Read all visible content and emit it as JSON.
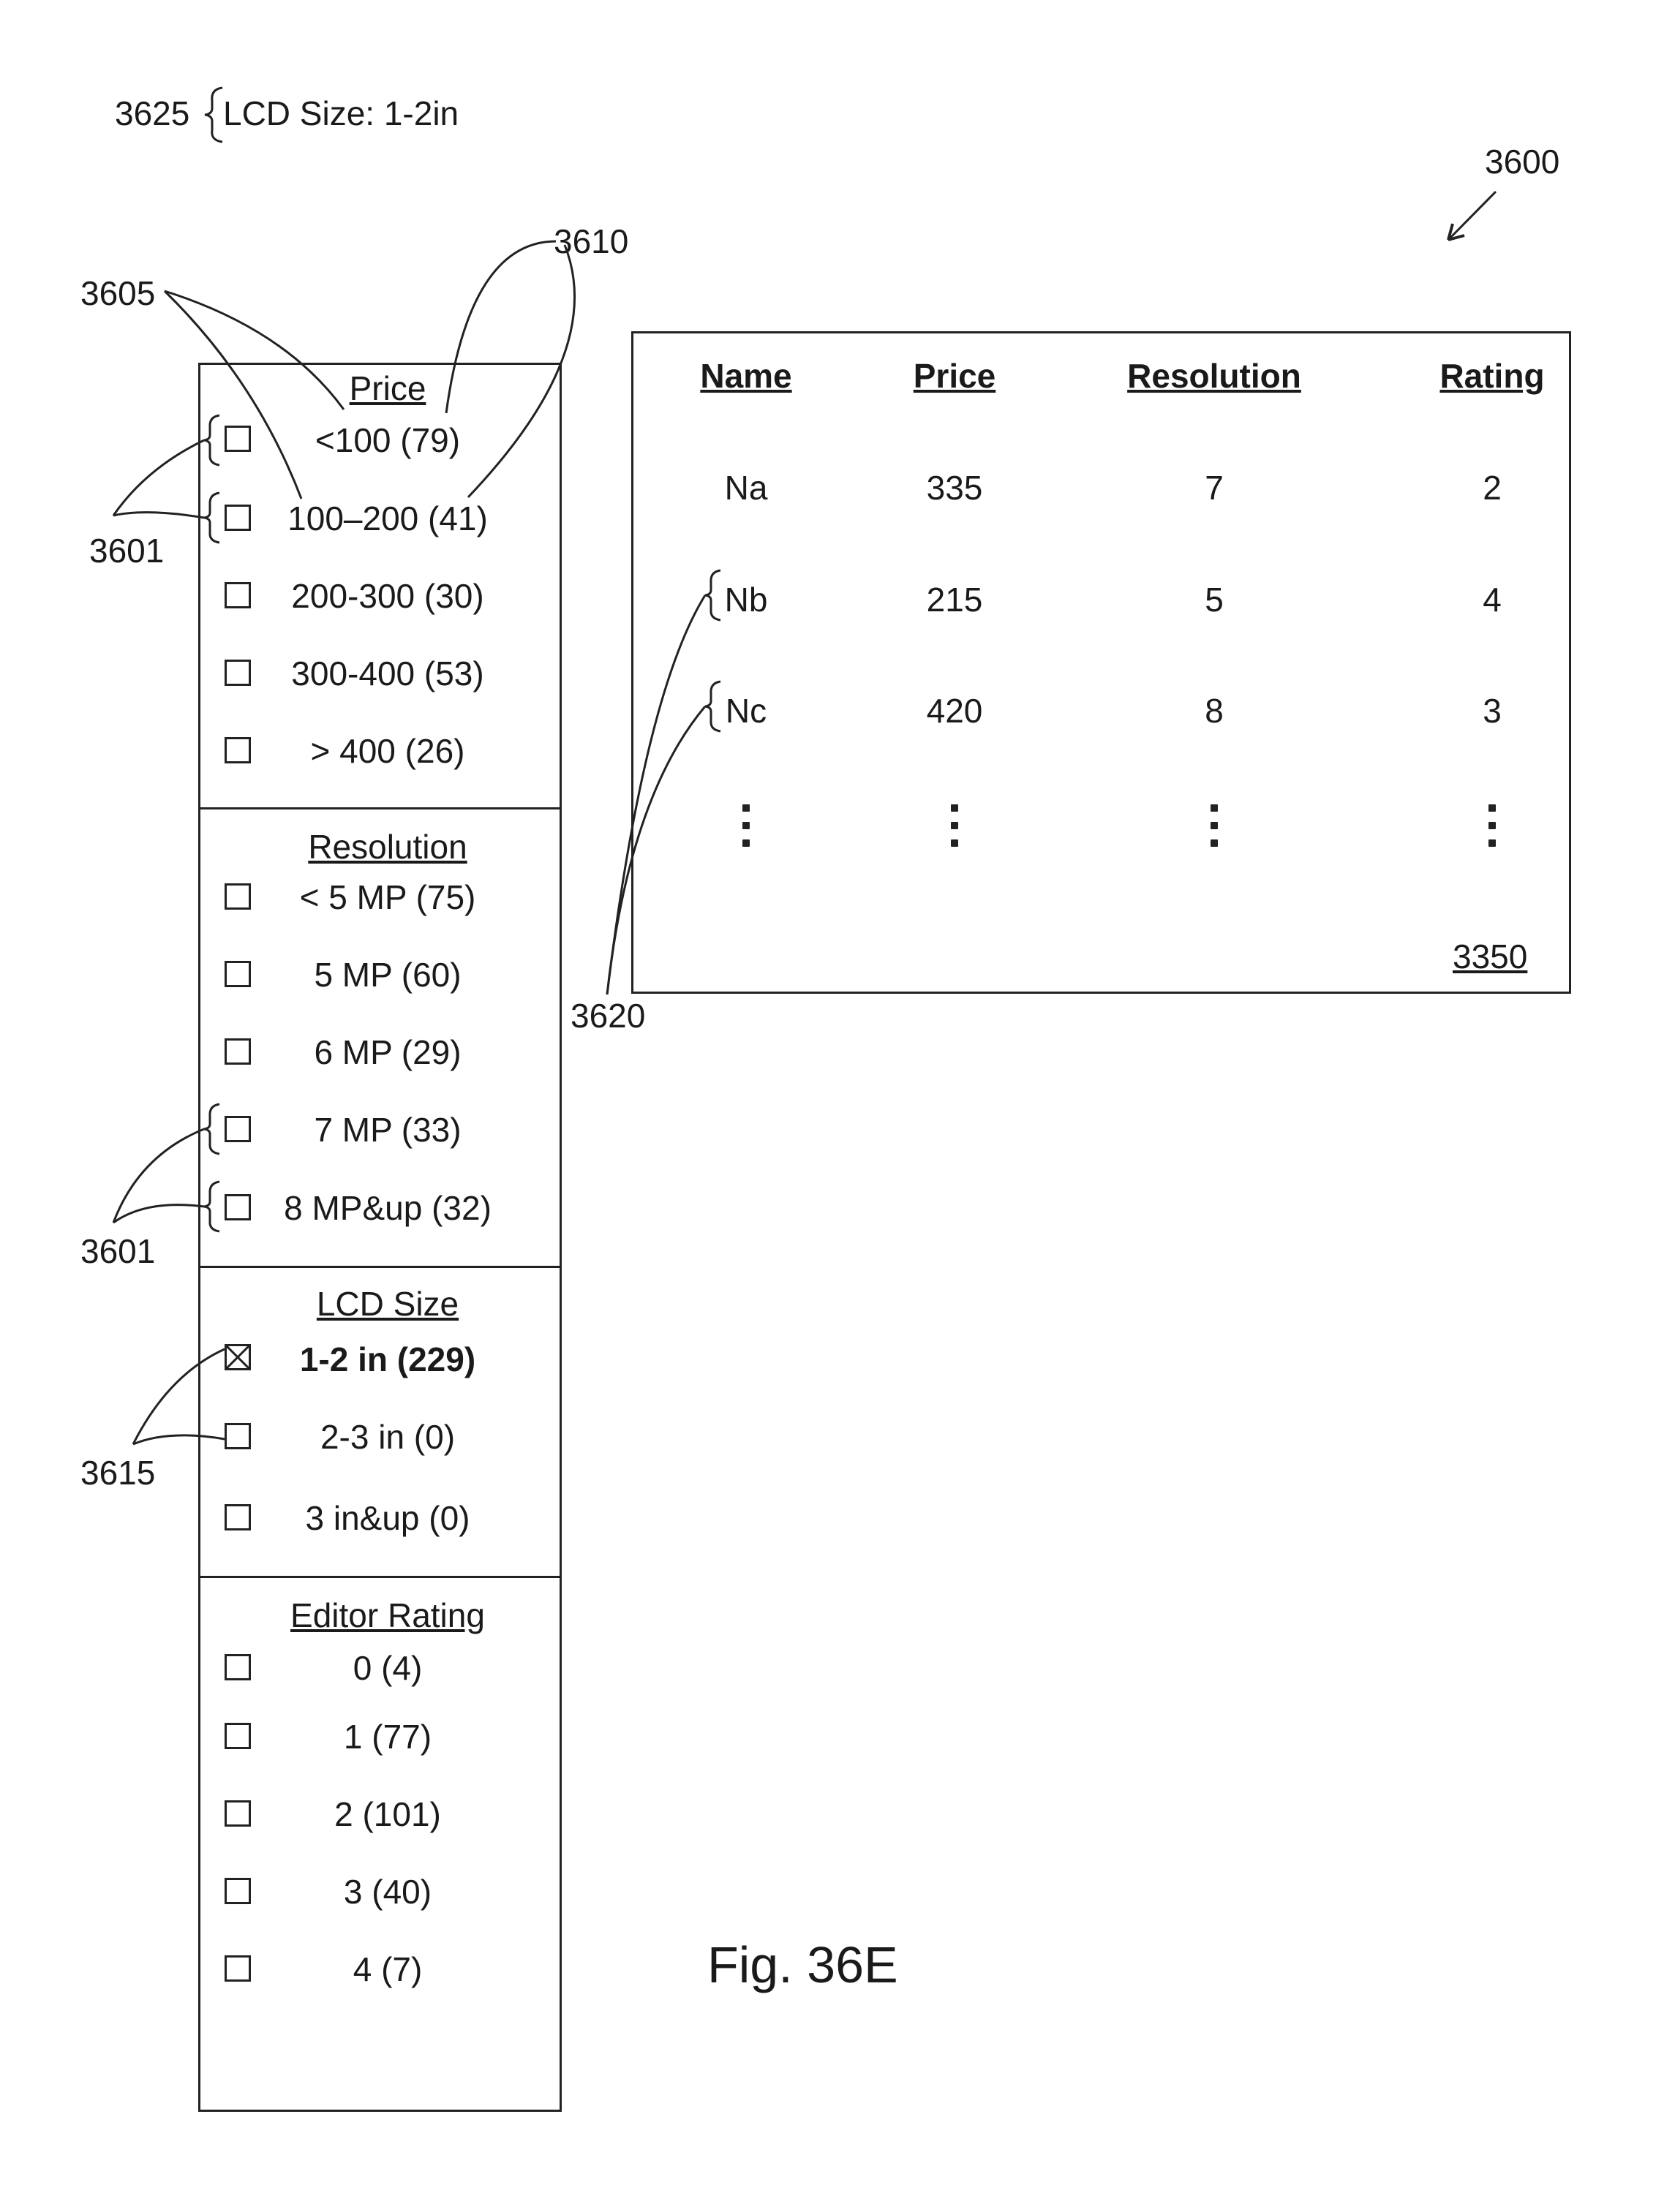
{
  "breadcrumb": {
    "ref": "3625",
    "text": "LCD Size: 1-2in"
  },
  "refs": {
    "figure": "3600",
    "section_header": "3605",
    "option_label": "3610",
    "checkbox_upper": "3601",
    "checkbox_lower": "3601",
    "lcd_checkboxes": "3615",
    "result_names": "3620",
    "table_ref": "3350"
  },
  "filters": {
    "price": {
      "title": "Price",
      "options": [
        {
          "label": "<100 (79)",
          "checked": false
        },
        {
          "label": "100–200 (41)",
          "checked": false
        },
        {
          "label": "200-300 (30)",
          "checked": false
        },
        {
          "label": "300-400 (53)",
          "checked": false
        },
        {
          "label": "> 400 (26)",
          "checked": false
        }
      ]
    },
    "resolution": {
      "title": "Resolution",
      "options": [
        {
          "label": "< 5 MP (75)",
          "checked": false
        },
        {
          "label": "5 MP (60)",
          "checked": false
        },
        {
          "label": "6 MP (29)",
          "checked": false
        },
        {
          "label": "7 MP (33)",
          "checked": false
        },
        {
          "label": "8 MP&up (32)",
          "checked": false
        }
      ]
    },
    "lcd": {
      "title": "LCD Size",
      "options": [
        {
          "label": "1-2 in (229)",
          "checked": true
        },
        {
          "label": "2-3 in (0)",
          "checked": false
        },
        {
          "label": "3 in&up (0)",
          "checked": false
        }
      ]
    },
    "rating": {
      "title": "Editor Rating",
      "options": [
        {
          "label": "0 (4)",
          "checked": false
        },
        {
          "label": "1 (77)",
          "checked": false
        },
        {
          "label": "2 (101)",
          "checked": false
        },
        {
          "label": "3 (40)",
          "checked": false
        },
        {
          "label": "4 (7)",
          "checked": false
        }
      ]
    }
  },
  "results": {
    "columns": [
      "Name",
      "Price",
      "Resolution",
      "Rating"
    ],
    "rows": [
      [
        "Na",
        "335",
        "7",
        "2"
      ],
      [
        "Nb",
        "215",
        "5",
        "4"
      ],
      [
        "Nc",
        "420",
        "8",
        "3"
      ]
    ]
  },
  "caption": "Fig. 36E"
}
